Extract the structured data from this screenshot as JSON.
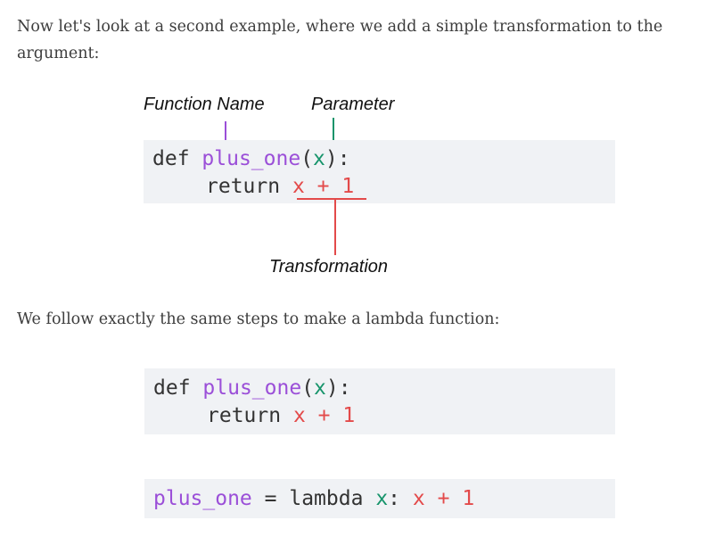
{
  "intro_text": "Now let's look at a second example, where we add a simple transformation to the argument:",
  "diagram": {
    "label_function_name": "Function Name",
    "label_parameter": "Parameter",
    "label_transformation": "Transformation",
    "colors": {
      "function_name": "#9b4fd8",
      "parameter": "#17946b",
      "transformation": "#e34a4a"
    }
  },
  "code1": {
    "kw_def": "def",
    "fn_name": "plus_one",
    "open_paren": "(",
    "param": "x",
    "close_colon": "):",
    "kw_return": "return",
    "expr_x": "x",
    "expr_plus": "+",
    "expr_one": "1"
  },
  "mid_text": "We follow exactly the same steps to make a lambda function:",
  "code2": {
    "kw_def": "def",
    "fn_name": "plus_one",
    "open_paren": "(",
    "param": "x",
    "close_colon": "):",
    "kw_return": "return",
    "expr_x": "x",
    "expr_plus": "+",
    "expr_one": "1"
  },
  "code3": {
    "fn_name": "plus_one",
    "assign": "=",
    "kw_lambda": "lambda",
    "param": "x",
    "colon": ":",
    "expr_x": "x",
    "expr_plus": "+",
    "expr_one": "1"
  }
}
